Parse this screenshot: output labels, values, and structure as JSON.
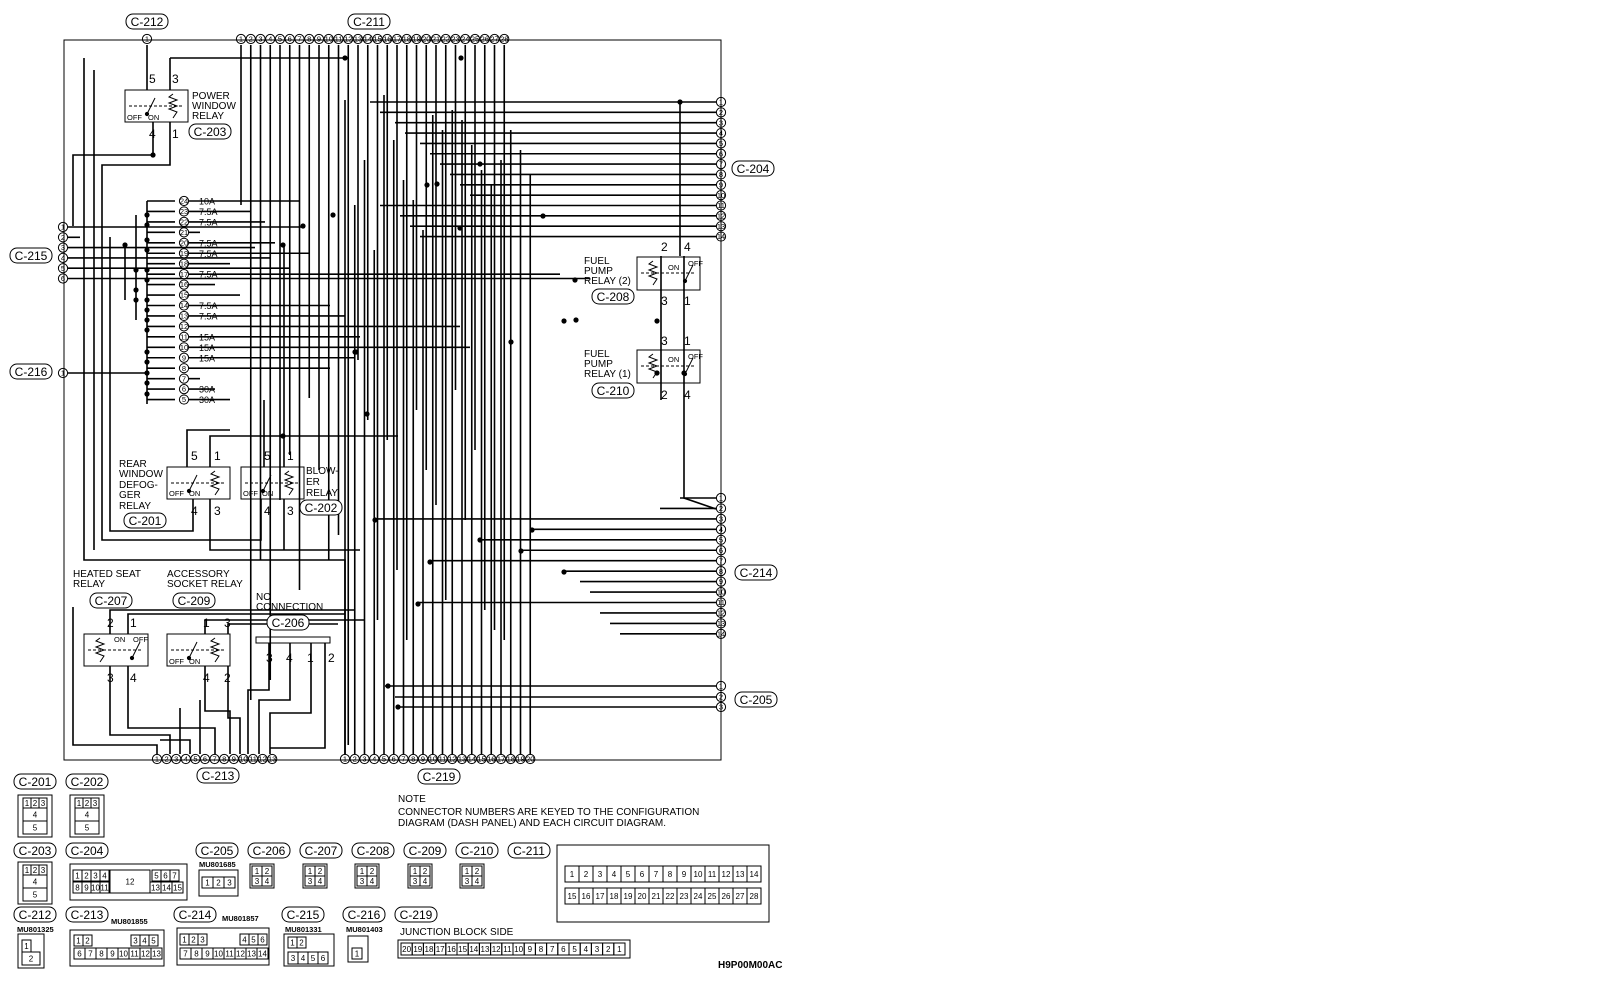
{
  "connectors": {
    "c212": "C-212",
    "c211": "C-211",
    "c215": "C-215",
    "c216": "C-216",
    "c204": "C-204",
    "c214": "C-214",
    "c205": "C-205",
    "c213": "C-213",
    "c219": "C-219",
    "c203": "C-203",
    "c208": "C-208",
    "c210": "C-210",
    "c201": "C-201",
    "c202": "C-202",
    "c207": "C-207",
    "c209": "C-209",
    "c206": "C-206"
  },
  "relays": {
    "power_window": {
      "l1": "POWER",
      "l2": "WINDOW",
      "l3": "RELAY"
    },
    "fuel_pump_2": {
      "l1": "FUEL",
      "l2": "PUMP",
      "l3": "RELAY (2)"
    },
    "fuel_pump_1": {
      "l1": "FUEL",
      "l2": "PUMP",
      "l3": "RELAY (1)"
    },
    "rear_defog": {
      "l1": "REAR",
      "l2": "WINDOW",
      "l3": "DEFOG-",
      "l4": "GER",
      "l5": "RELAY"
    },
    "blower": {
      "l1": "BLOW-",
      "l2": "ER",
      "l3": "RELAY"
    },
    "heated_seat": {
      "l1": "HEATED SEAT",
      "l2": "RELAY"
    },
    "accessory": {
      "l1": "ACCESSORY",
      "l2": "SOCKET RELAY"
    },
    "no_connection": {
      "l1": "NO",
      "l2": "CONNECTION"
    },
    "off": "OFF",
    "on": "ON"
  },
  "fuses": [
    {
      "n": "24",
      "a": "10A"
    },
    {
      "n": "23",
      "a": "7.5A"
    },
    {
      "n": "22",
      "a": "7.5A"
    },
    {
      "n": "21",
      "a": ""
    },
    {
      "n": "20",
      "a": "7.5A"
    },
    {
      "n": "19",
      "a": "7.5A"
    },
    {
      "n": "18",
      "a": ""
    },
    {
      "n": "17",
      "a": "7.5A"
    },
    {
      "n": "16",
      "a": ""
    },
    {
      "n": "15",
      "a": ""
    },
    {
      "n": "14",
      "a": "7.5A"
    },
    {
      "n": "13",
      "a": "7.5A"
    },
    {
      "n": "12",
      "a": ""
    },
    {
      "n": "11",
      "a": "15A"
    },
    {
      "n": "10",
      "a": "15A"
    },
    {
      "n": "9",
      "a": "15A"
    },
    {
      "n": "8",
      "a": ""
    },
    {
      "n": "7",
      "a": ""
    },
    {
      "n": "6",
      "a": "30A"
    },
    {
      "n": "5",
      "a": "30A"
    }
  ],
  "note": {
    "title": "NOTE",
    "line1": "CONNECTOR NUMBERS ARE KEYED TO THE CONFIGURATION",
    "line2": "DIAGRAM (DASH PANEL) AND EACH CIRCUIT DIAGRAM."
  },
  "part_numbers": {
    "c205": "MU801685",
    "c212": "MU801325",
    "c213": "MU801855",
    "c214": "MU801857",
    "c215": "MU801331",
    "c216": "MU801403"
  },
  "junction_block_side": "JUNCTION BLOCK SIDE",
  "figure_code": "H9P00M00AC"
}
